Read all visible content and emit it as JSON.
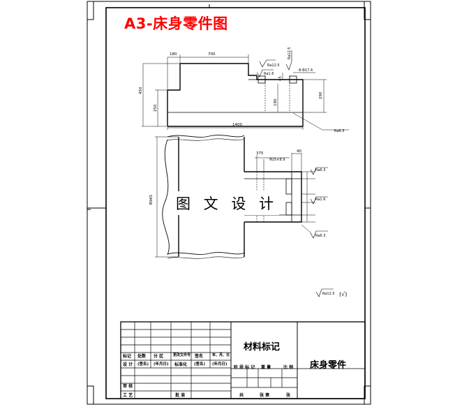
{
  "drawing": {
    "title": "A3-床身零件图",
    "watermark": "图 文 设 计",
    "top_view_dims": {
      "d180": "180",
      "d700": "700",
      "d450": "450",
      "d250": "250",
      "d1400": "1400",
      "d190": "190",
      "d45": "45",
      "d290": "290",
      "hole": "8-Φ17.4"
    },
    "plan_view_dims": {
      "d865": "B965",
      "d375": "375",
      "d40": "40",
      "dia": "Φ25×8.9"
    },
    "roughness": {
      "r1": "Ra12.5",
      "r2": "Ra1.6",
      "r3": "Ra12.5",
      "r4": "Ra6.3",
      "r5": "Ra6.3",
      "r6": "Ra1.6",
      "r7": "Ra6.3",
      "general": "Ra12.5",
      "general_suffix": "(√)"
    }
  },
  "title_block": {
    "material": "材料标记",
    "part_name": "床身零件",
    "row1": [
      "标记",
      "处数",
      "分 区",
      "更改文件号",
      "签名",
      "年、月、日"
    ],
    "row2": [
      "设 计",
      "(签名)",
      "(年月日)",
      "标准化",
      "(签名)",
      "(年月日)"
    ],
    "row_stage": [
      "阶 段 标 记",
      "重 量",
      "比 例"
    ],
    "row_review": "审 核",
    "row_process": [
      "工 艺",
      "批 准"
    ],
    "row_sheet": [
      "共",
      "张 第",
      "张"
    ]
  }
}
